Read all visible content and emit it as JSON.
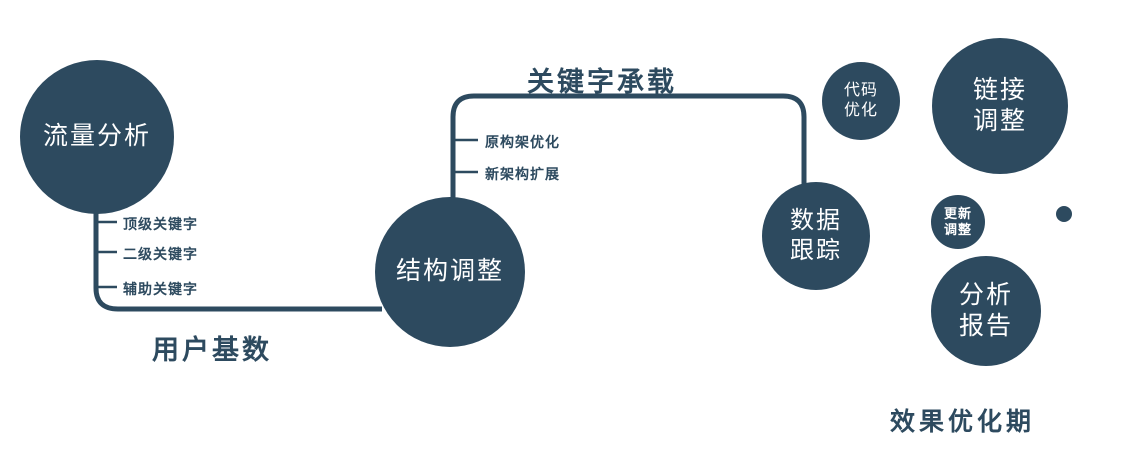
{
  "colors": {
    "primary": "#2d4a5f",
    "background": "#ffffff",
    "node_text": "#ffffff"
  },
  "nodes": {
    "traffic": {
      "label": "流量分析"
    },
    "structure": {
      "label": "结构调整"
    },
    "data_tracking": {
      "line1": "数据",
      "line2": "跟踪"
    },
    "code_opt": {
      "line1": "代码",
      "line2": "优化"
    },
    "link_adjust": {
      "line1": "链接",
      "line2": "调整"
    },
    "update_adjust": {
      "line1": "更新",
      "line2": "调整"
    },
    "analysis_report": {
      "line1": "分析",
      "line2": "报告"
    }
  },
  "edge_labels": {
    "user_base": "用户基数",
    "keyword_carry": "关键字承载"
  },
  "branches": {
    "traffic": [
      "顶级关键字",
      "二级关键字",
      "辅助关键字"
    ],
    "structure": [
      "原构架优化",
      "新架构扩展"
    ]
  },
  "footer": "效果优化期"
}
